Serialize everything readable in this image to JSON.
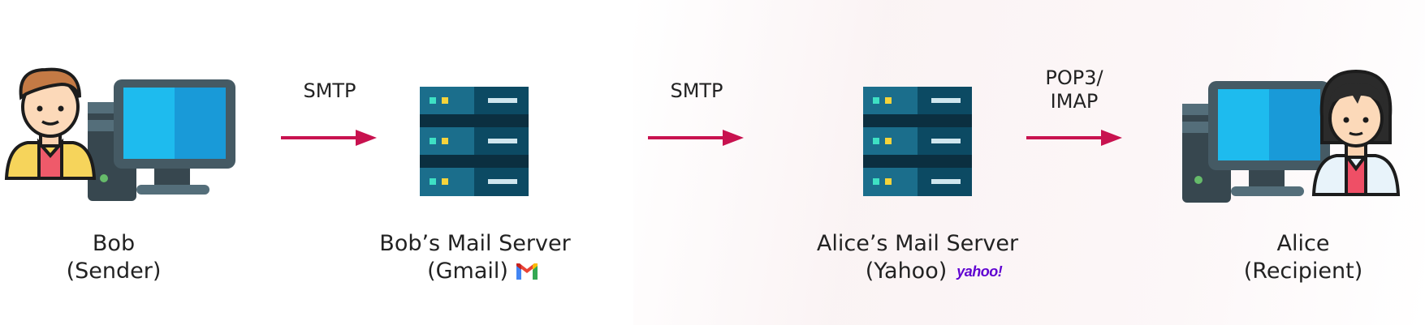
{
  "nodes": {
    "bob": {
      "line1": "Bob",
      "line2": "(Sender)"
    },
    "bob_server": {
      "line1": "Bob’s Mail Server",
      "line2": "(Gmail)"
    },
    "alice_server": {
      "line1": "Alice’s Mail Server",
      "line2": "(Yahoo)"
    },
    "alice": {
      "line1": "Alice",
      "line2": "(Recipient)"
    }
  },
  "links": {
    "first": {
      "label": "SMTP"
    },
    "second": {
      "label": "SMTP"
    },
    "third": {
      "label_line1": "POP3/",
      "label_line2": "IMAP"
    }
  },
  "logos": {
    "yahoo_text": "yahoo!"
  },
  "colors": {
    "arrow": "#c8124f",
    "server_light": "#1b6e8c",
    "server_dark": "#0c4a63",
    "monitor_screen": "#22b9ea",
    "monitor_frame": "#455a64",
    "yahoo": "#5f01d1"
  }
}
